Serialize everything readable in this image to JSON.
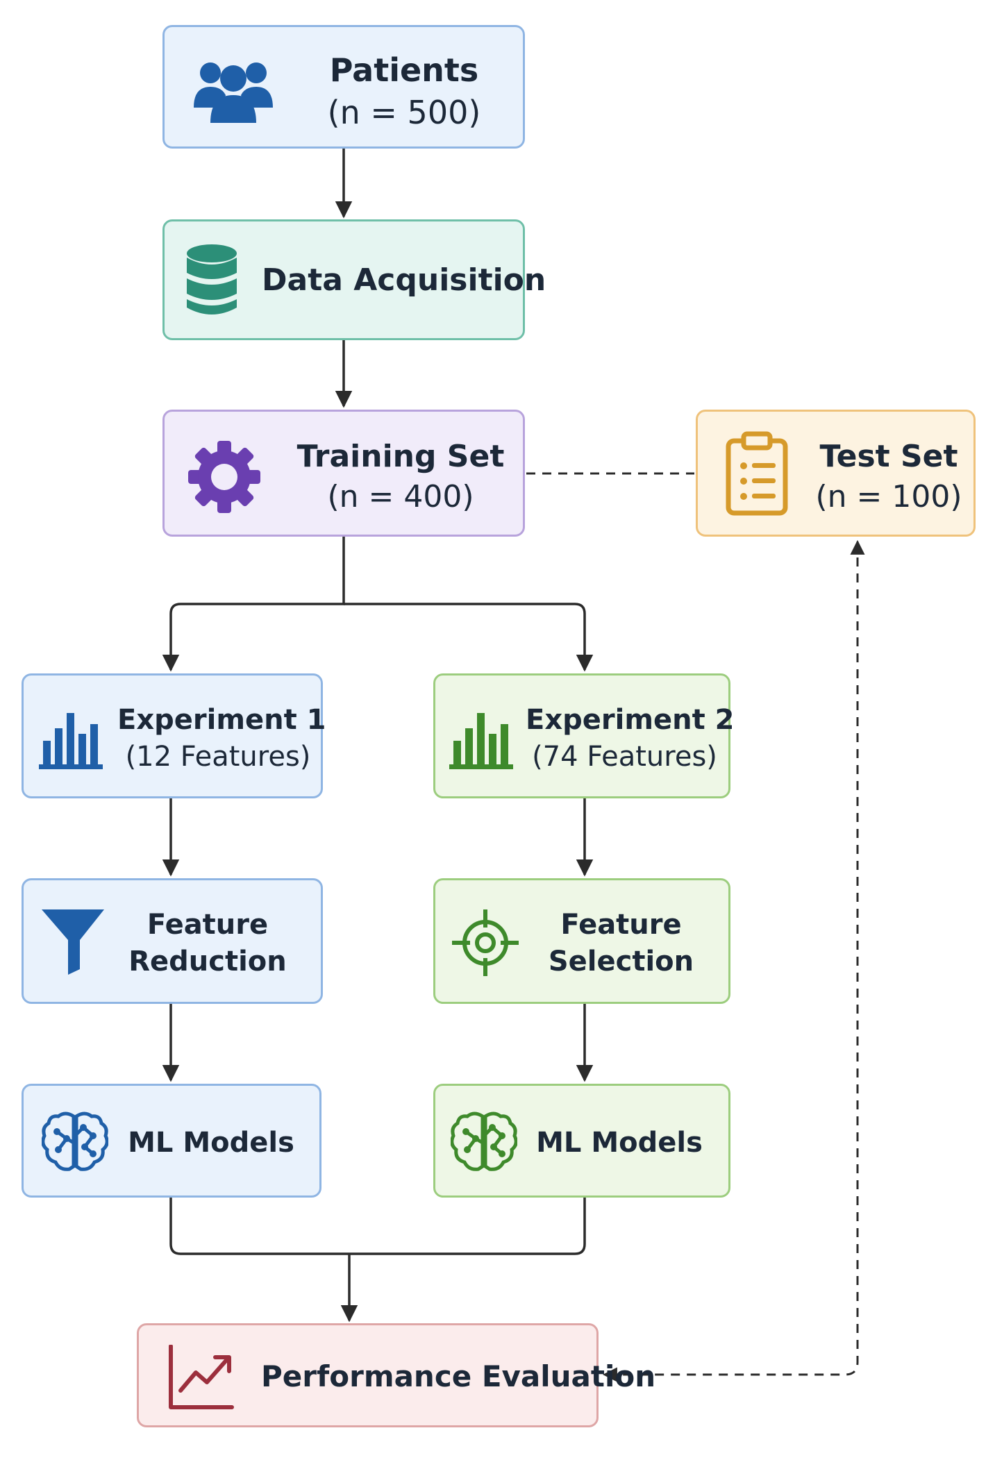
{
  "nodes": {
    "patients": {
      "line1": "Patients",
      "line2": "(n = 500)"
    },
    "data_acquisition": {
      "line1": "Data Acquisition"
    },
    "training_set": {
      "line1": "Training Set",
      "line2": "(n = 400)"
    },
    "test_set": {
      "line1": "Test Set",
      "line2": "(n = 100)"
    },
    "experiment1": {
      "line1": "Experiment 1",
      "line2": "(12 Features)"
    },
    "experiment2": {
      "line1": "Experiment 2",
      "line2": "(74 Features)"
    },
    "feature_reduction": {
      "line1": "Feature",
      "line2": "Reduction"
    },
    "feature_selection": {
      "line1": "Feature",
      "line2": "Selection"
    },
    "ml_models_1": {
      "line1": "ML Models"
    },
    "ml_models_2": {
      "line1": "ML Models"
    },
    "performance_evaluation": {
      "line1": "Performance Evaluation"
    }
  },
  "colors": {
    "blue": "#1f5fa8",
    "teal": "#2c8f78",
    "purple": "#6a3fb0",
    "orange": "#d69a2a",
    "green": "#3e8a2b",
    "red": "#9c2f3d",
    "connector": "#2b2b2b"
  },
  "icons": {
    "patients": "people-group-icon",
    "data_acquisition": "database-icon",
    "training_set": "gear-icon",
    "test_set": "clipboard-list-icon",
    "experiment1": "bar-chart-icon",
    "experiment2": "bar-chart-icon",
    "feature_reduction": "funnel-filter-icon",
    "feature_selection": "target-crosshair-icon",
    "ml_models": "brain-network-icon",
    "performance_evaluation": "line-chart-trend-icon"
  }
}
